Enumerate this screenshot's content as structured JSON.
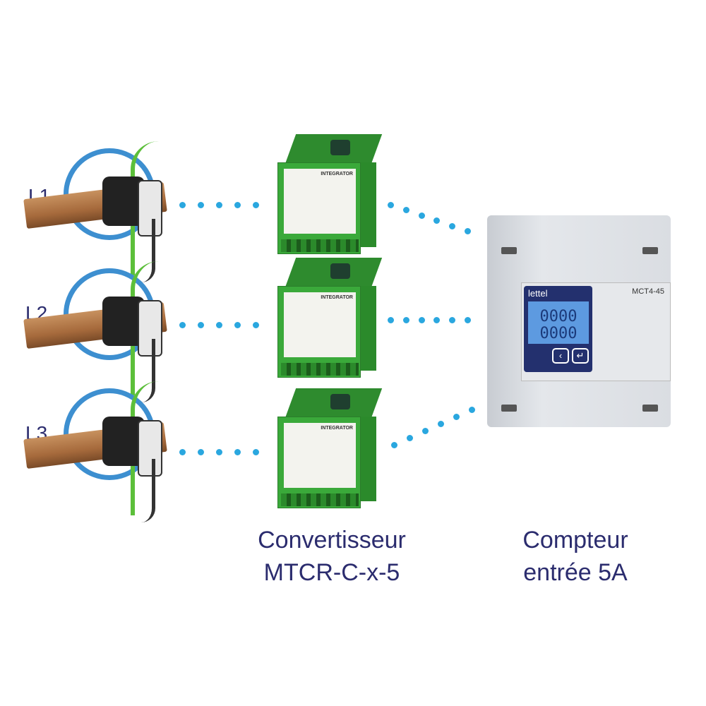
{
  "phases": [
    "L1",
    "L2",
    "L3"
  ],
  "converter": {
    "label": "INTEGRATOR",
    "caption_line1": "Convertisseur",
    "caption_line2": "MTCR-C-x-5"
  },
  "meter": {
    "brand": "lettel",
    "model": "MCT4-45",
    "lcd_row1": "0000",
    "lcd_row2": "0000",
    "caption_line1": "Compteur",
    "caption_line2": "entrée 5A"
  },
  "colors": {
    "text": "#2b2c6e",
    "dots": "#2aa7df",
    "converter": "#3aa93a",
    "coil": "#3d8fd0"
  }
}
